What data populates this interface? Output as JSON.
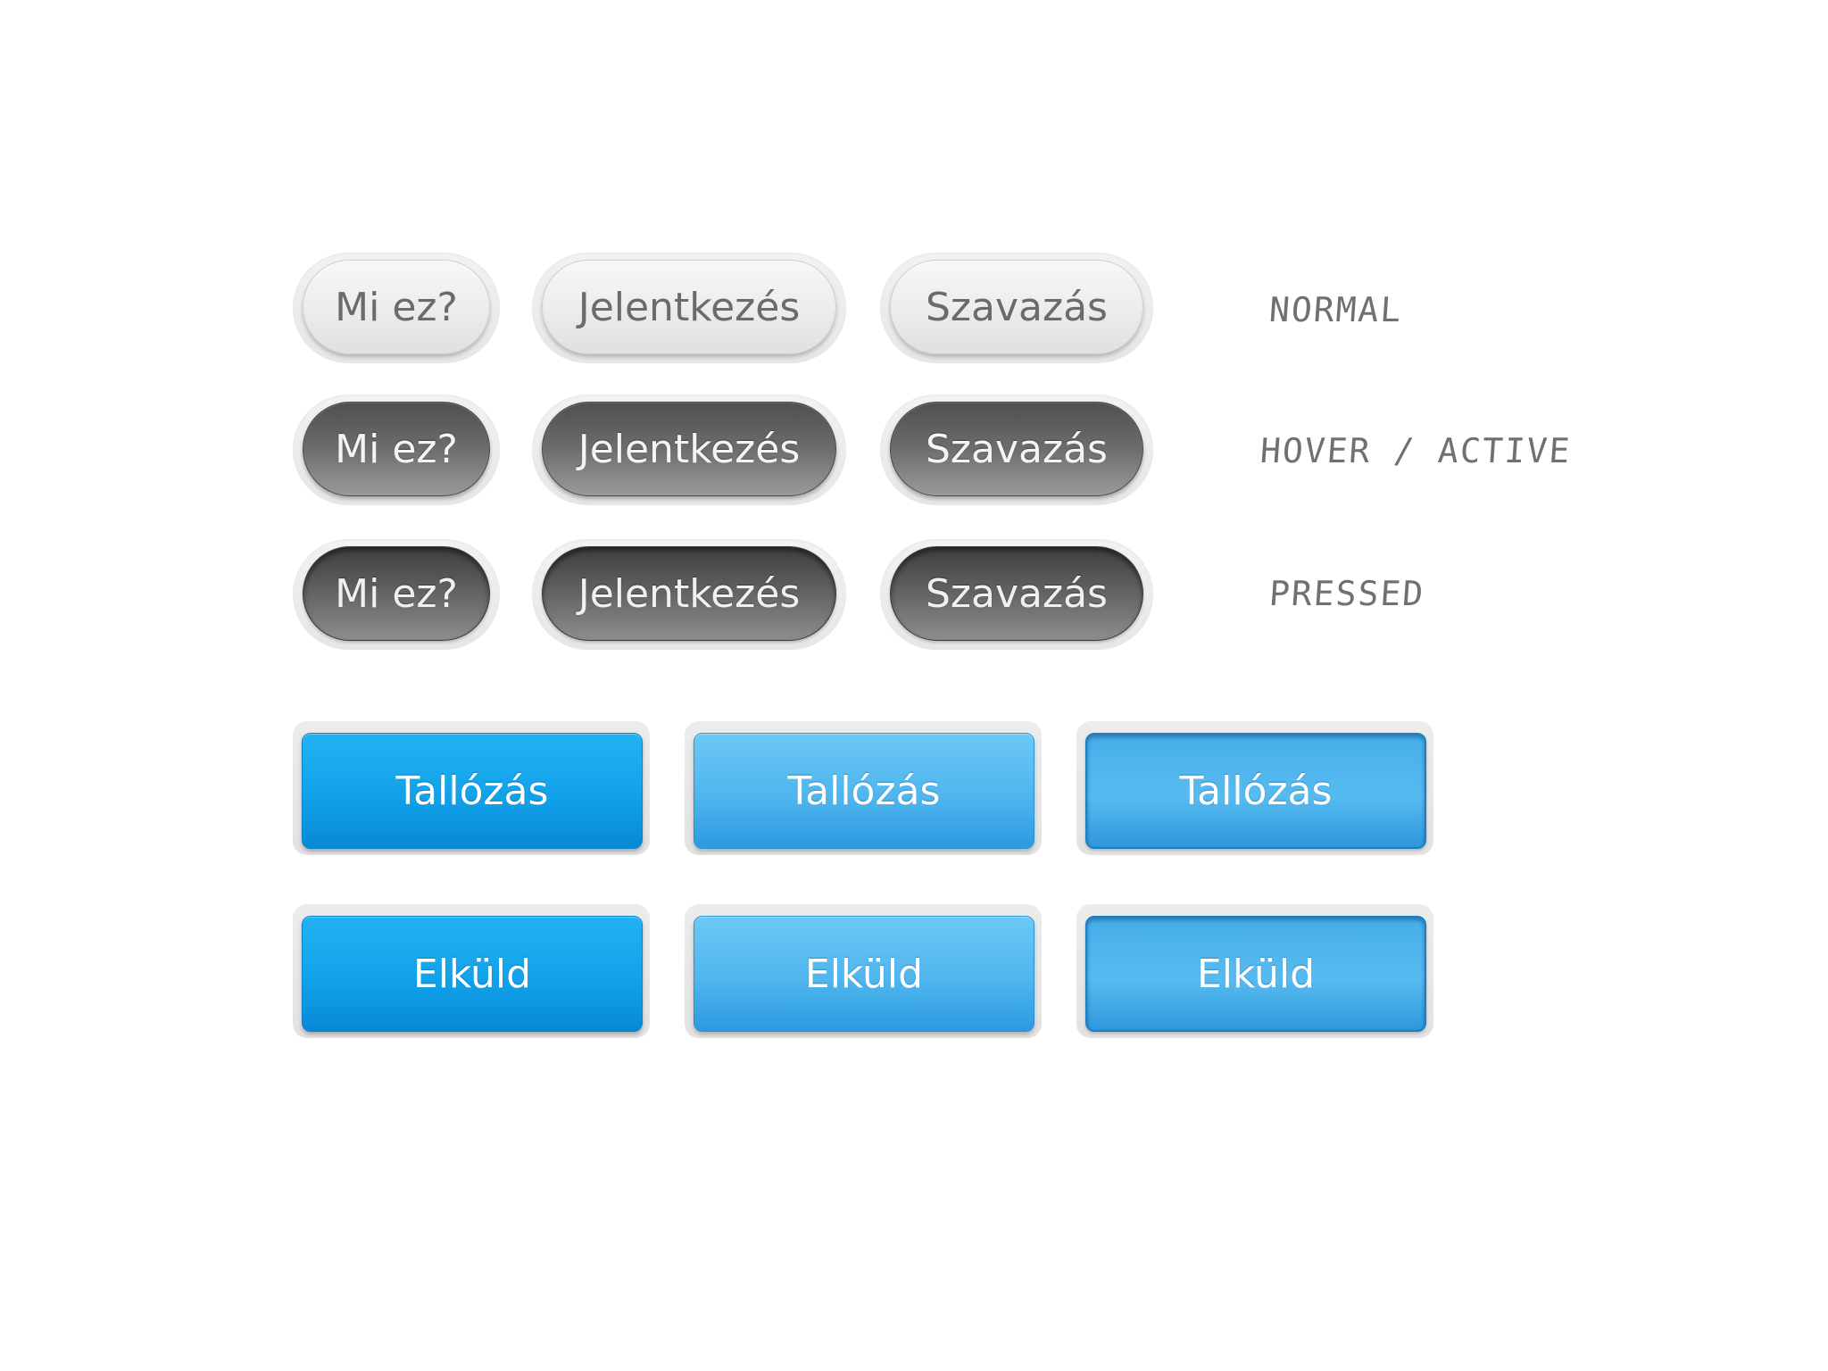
{
  "pill_buttons": {
    "labels": [
      "Mi ez?",
      "Jelentkezés",
      "Szavazás"
    ]
  },
  "states": {
    "normal": "NORMAL",
    "hover": "HOVER / ACTIVE",
    "pressed": "PRESSED"
  },
  "rect_buttons": {
    "browse_label": "Tallózás",
    "send_label": "Elküld"
  },
  "colors": {
    "pill_normal": "#ececec",
    "pill_dark": "#6b6b6b",
    "blue_normal": "#11a2ea",
    "blue_hover": "#4fb6ee",
    "blue_pressed": "#3aa6e6",
    "label_text": "#707070"
  }
}
